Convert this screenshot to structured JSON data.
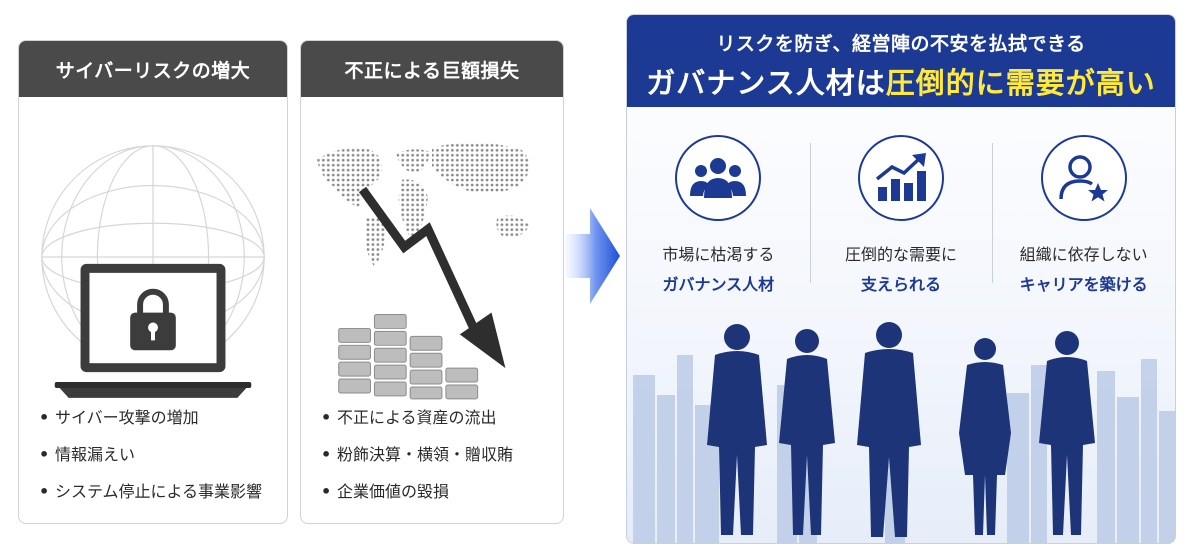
{
  "cards": [
    {
      "title": "サイバーリスクの増大",
      "bullets": [
        "サイバー攻撃の増加",
        "情報漏えい",
        "システム停止による事業影響"
      ],
      "illustration": "globe-laptop-padlock"
    },
    {
      "title": "不正による巨額損失",
      "bullets": [
        "不正による資産の流出",
        "粉飾決算・横領・贈収賄",
        "企業価値の毀損"
      ],
      "illustration": "world-map-falling-arrow-coin-stacks"
    }
  ],
  "arrow": {
    "icon": "right-arrow-icon"
  },
  "panel": {
    "headline_1": "リスクを防ぎ、経営陣の不安を払拭できる",
    "headline_2_prefix": "ガバナンス人材は",
    "headline_2_highlight": "圧倒的に需要が高い",
    "features": [
      {
        "icon": "people-group-icon",
        "line1": "市場に枯渇する",
        "line2": "ガバナンス人材"
      },
      {
        "icon": "growth-chart-icon",
        "line1": "圧倒的な需要に",
        "line2": "支えられる"
      },
      {
        "icon": "person-star-icon",
        "line1": "組織に依存しない",
        "line2": "キャリアを築ける"
      }
    ],
    "scene": "business-people-silhouettes-city-skyline"
  },
  "colors": {
    "navy": "#1c3a94",
    "highlight_yellow": "#ffea3b",
    "card_header": "#4a4a4a",
    "arrow_blue": "#1f4fd6"
  }
}
